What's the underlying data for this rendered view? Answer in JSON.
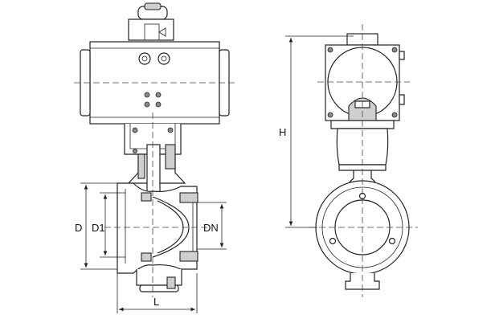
{
  "diagram": {
    "front_view": {
      "labels": {
        "D": "D",
        "D1": "D1",
        "DN": "DN",
        "L": "L"
      }
    },
    "side_view": {
      "labels": {
        "H": "H"
      }
    },
    "colors": {
      "line": "#222222",
      "fill": "#cfcfcf",
      "background": "#ffffff"
    }
  }
}
